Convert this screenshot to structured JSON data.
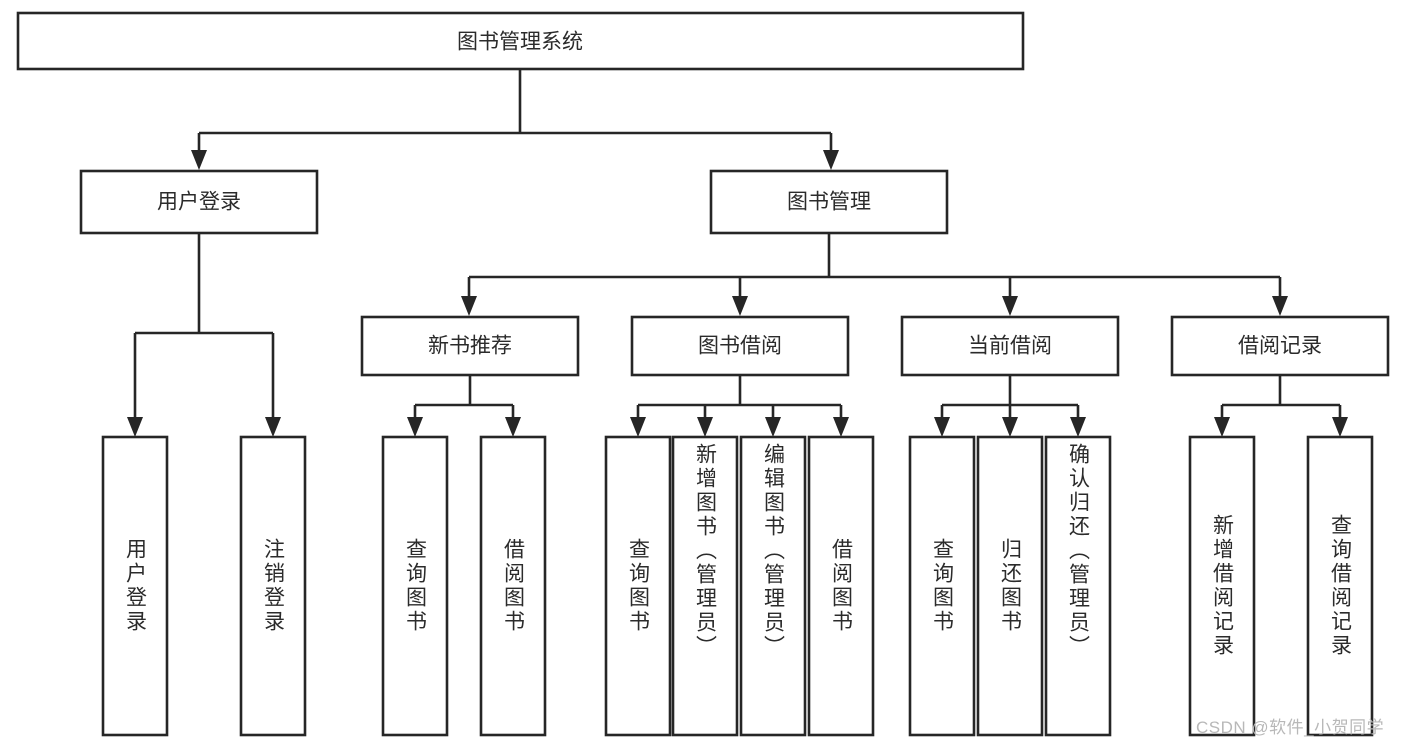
{
  "diagram": {
    "title": "图书管理系统",
    "watermark": "CSDN @软件_小贺同学",
    "colors": {
      "stroke": "#262626",
      "box_fill": "#ffffff",
      "text": "#2b2b2b",
      "background": "#ffffff",
      "watermark": "#b8b8b8"
    },
    "root": {
      "label": "图书管理系统"
    },
    "level2": [
      {
        "label": "用户登录"
      },
      {
        "label": "图书管理"
      }
    ],
    "level3": [
      {
        "label": "新书推荐"
      },
      {
        "label": "图书借阅"
      },
      {
        "label": "当前借阅"
      },
      {
        "label": "借阅记录"
      }
    ],
    "leaves": {
      "user_login": [
        {
          "label": "用户登录"
        },
        {
          "label": "注销登录"
        }
      ],
      "new_book": [
        {
          "label": "查询图书"
        },
        {
          "label": "借阅图书"
        }
      ],
      "book_borrow": [
        {
          "label": "查询图书"
        },
        {
          "label": "新增图书（管理员）"
        },
        {
          "label": "编辑图书（管理员）"
        },
        {
          "label": "借阅图书"
        }
      ],
      "current_borrow": [
        {
          "label": "查询图书"
        },
        {
          "label": "归还图书"
        },
        {
          "label": "确认归还（管理员）"
        }
      ],
      "borrow_record": [
        {
          "label": "新增借阅记录"
        },
        {
          "label": "查询借阅记录"
        }
      ]
    }
  }
}
